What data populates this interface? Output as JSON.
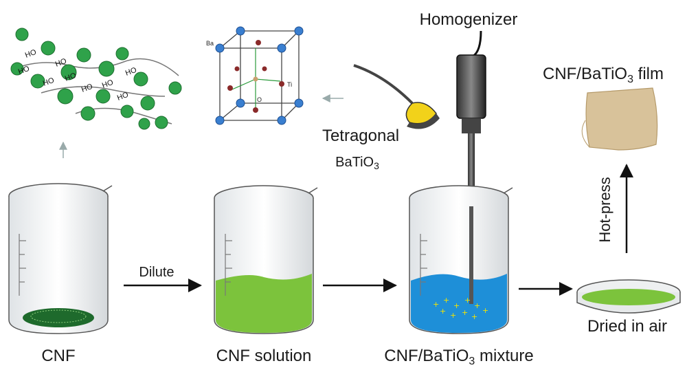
{
  "labels": {
    "cnf": "CNF",
    "cnf_solution": "CNF solution",
    "mixture_prefix": "CNF/BaTiO",
    "mixture_sub": "3",
    "mixture_suffix": " mixture",
    "dried": "Dried in air",
    "film_prefix": "CNF/BaTiO",
    "film_sub": "3",
    "film_suffix": " film",
    "homogenizer": "Homogenizer",
    "tetragonal": "Tetragonal",
    "batio_prefix": "BaTiO",
    "batio_sub": "3",
    "dilute": "Dilute",
    "hotpress": "Hot-press"
  },
  "crystal": {
    "ba": "Ba",
    "ti": "Ti",
    "o": "O"
  },
  "ho_labels": [
    "HO",
    "HO",
    "HO",
    "HO",
    "HO",
    "HO",
    "HO",
    "HO",
    "HO"
  ],
  "colors": {
    "cnf_green": "#2a8a3a",
    "solution_green": "#7cc33c",
    "mixture_blue": "#1e8fd8",
    "particle_yellow": "#f4e400",
    "film_tan": "#d8c29a",
    "ba_blue": "#3a7fd0",
    "o_red": "#8a2a2a"
  }
}
